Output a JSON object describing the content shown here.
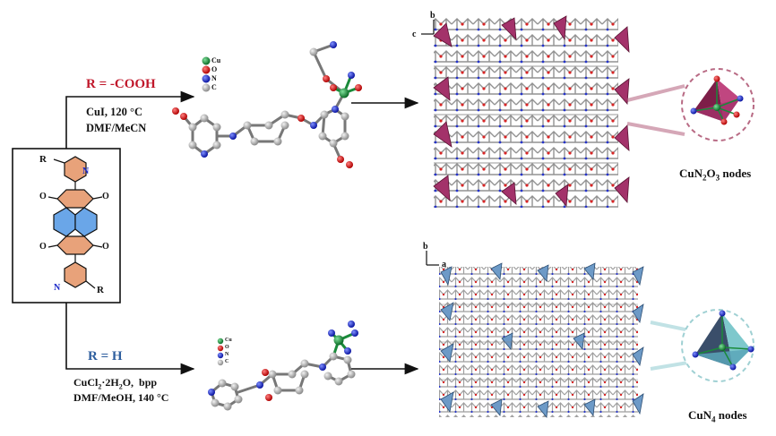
{
  "ligand": {
    "r_label": "R",
    "n_label": "N",
    "o_label": "O"
  },
  "top_route": {
    "r_group": "R = -COOH",
    "conditions_line1": "CuI,  120 °C",
    "conditions_line2": "DMF/MeCN",
    "node_label_base": "CuN",
    "node_sub1": "2",
    "node_mid": "O",
    "node_sub2": "3",
    "node_suffix": " nodes",
    "legend": [
      "Cu",
      "O",
      "N",
      "C"
    ],
    "axes": {
      "vertical": "b",
      "horizontal": "c"
    }
  },
  "bottom_route": {
    "r_group": "R = H",
    "conditions_line1_a": "CuCl",
    "conditions_line1_sub": "2",
    "conditions_line1_b": "·2H",
    "conditions_line1_sub2": "2",
    "conditions_line1_c": "O,  bpp",
    "conditions_line2": "DMF/MeOH, 140 °C",
    "node_label_base": "CuN",
    "node_sub1": "4",
    "node_suffix": " nodes",
    "legend": [
      "Cu",
      "O",
      "N",
      "C"
    ],
    "axes": {
      "vertical": "b",
      "horizontal": "a"
    }
  },
  "colors": {
    "cu": "#1a8a3a",
    "o": "#d41a1a",
    "n": "#1a28c8",
    "c": "#b0b0b0",
    "top_accent": "#c0172a",
    "bottom_accent": "#2e5e9e",
    "top_poly": "#a3326a",
    "bottom_poly": "#6d9ac7",
    "ring_orange": "#e8a27a",
    "ring_blue": "#6aa6e8"
  }
}
